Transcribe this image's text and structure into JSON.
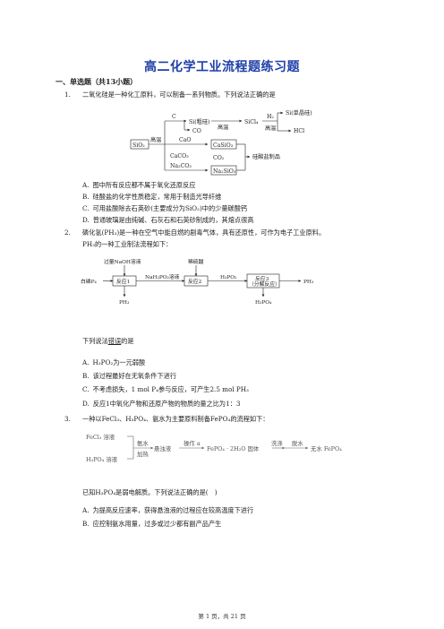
{
  "title": "高二化学工业流程题练习题",
  "section": "一、单选题（共13小题）",
  "q1": {
    "num": "1.",
    "stem": "二氧化硅是一种化工原料，可以制备一系列物质。下列说法正确的是",
    "diagram": {
      "sio2": "SiO₂",
      "high_temp": "高温",
      "c": "C",
      "si_crude": "Si(粗硅)",
      "co": "CO",
      "sicl4": "SiCl₄",
      "high_temp2": "高温",
      "h2": "H₂",
      "si_pure": "Si(单晶硅)",
      "hcl": "HCl",
      "cao": "CaO",
      "casio3": "CaSiO₃",
      "caco3": "CaCO₃",
      "co2": "CO₂",
      "na2co3": "Na₂CO₃",
      "na2sio3": "Na₂SiO₃",
      "silicate": "硅酸盐制品"
    },
    "options": [
      {
        "label": "A.",
        "text": "图中所有反应都不属于氧化还原反应"
      },
      {
        "label": "B.",
        "text": "硅酸盐的化学性质稳定，常用于制造光导纤维"
      },
      {
        "label": "C.",
        "text": "可用盐酸除去石英砂(主要成分为SiO₂)中的少量碳酸钙"
      },
      {
        "label": "D.",
        "text": "普通玻璃是由纯碱、石灰石和石英砂制成的，其熔点很高"
      }
    ]
  },
  "q2": {
    "num": "2.",
    "stem1": "磷化氢(PH₃)是一种在空气中能自燃的剧毒气体，具有还原性，可作为电子工业原料。",
    "stem2": "PH₃的一种工业制法流程如下：",
    "diagram": {
      "naoh": "过量NaOH溶液",
      "h2so4": "稀硫酸",
      "white_p": "白磷P₄",
      "r1": "反应1",
      "nah2po2": "NaH₂PO₂溶液",
      "r2": "反应2",
      "h3po2": "H₃PO₂",
      "r3": "反应3",
      "r3b": "（分解反应）",
      "ph3": "PH₃",
      "ph3b": "PH₃",
      "h3po4": "H₃PO₄"
    },
    "prompt_pre": "下列说法",
    "prompt_err": "错误",
    "prompt_post": "的是",
    "options": [
      {
        "label": "A.",
        "text": "H₃PO₂为一元弱酸"
      },
      {
        "label": "B.",
        "text": "该过程最好在无氧条件下进行"
      },
      {
        "label": "C.",
        "text": "不考虑损失，1 mol P₄参与反应，可产生2.5 mol PH₃"
      },
      {
        "label": "D.",
        "text": "反应1中氧化产物和还原产物的物质的量之比为1：3"
      }
    ]
  },
  "q3": {
    "num": "3.",
    "stem": "一种以FeCl₃、H₃PO₄、氨水为主要原料制备FePO₄的流程如下：",
    "diagram": {
      "fecl3": "FeCl₃ 溶液",
      "h3po4": "H₃PO₄ 溶液",
      "ammonia": "氨水",
      "heat": "加热",
      "suspension": "悬浊液",
      "op": "操作 a",
      "product": "FePO₄ · 2H₂O 固体",
      "wash": "洗涤",
      "dehydrate": "脱水",
      "final": "无水 FePO₄"
    },
    "note": "已知H₃PO₄是弱电解质。下列说法正确的是(　)",
    "options": [
      {
        "label": "A.",
        "text": "为提高反应速率，获得悬浊液的过程应在较高温度下进行"
      },
      {
        "label": "B.",
        "text": "应控制氨水用量，过多或过少都有副产品产生"
      }
    ]
  },
  "footer": {
    "page": "第 1 页，共 21 页"
  }
}
